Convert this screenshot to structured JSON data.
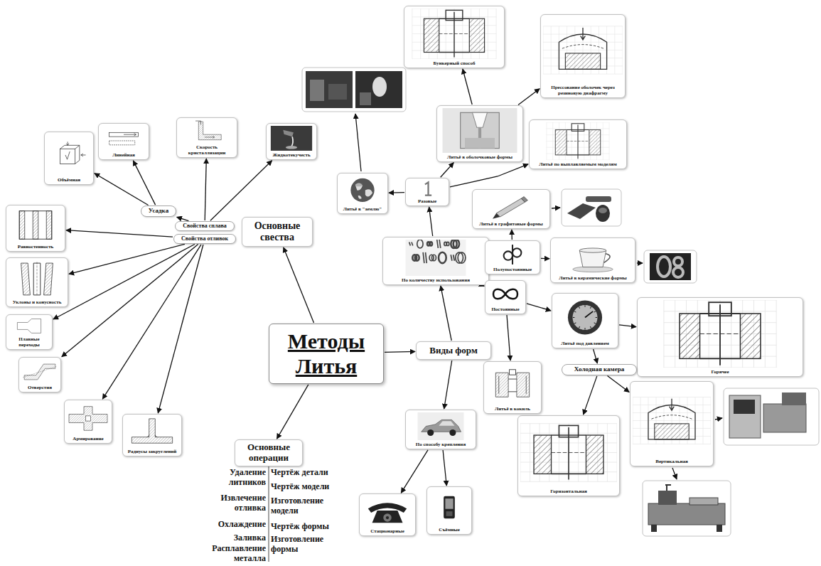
{
  "diagram": {
    "nodes": [
      {
        "text": [
          "Методы Литья"
        ]
      },
      {
        "text": [
          "Основные свества"
        ]
      },
      {
        "text": [
          "Свойства сплава"
        ]
      },
      {
        "text": [
          "Свойства отливок"
        ]
      },
      {
        "text": [
          "Усадка"
        ]
      },
      {
        "text": [
          "Объёмная"
        ]
      },
      {
        "text": [
          "Линейная"
        ]
      },
      {
        "text": [
          "Скорость кристаллизации"
        ]
      },
      {
        "text": [
          "Жидкотекучесть"
        ]
      },
      {
        "text": [
          "Равностенность"
        ]
      },
      {
        "text": [
          "Уклоны и конусность"
        ]
      },
      {
        "text": [
          "Плавные переходы"
        ]
      },
      {
        "text": [
          "Отверстия"
        ]
      },
      {
        "text": [
          "Армирование"
        ]
      },
      {
        "text": [
          "Радиусы закруглений"
        ]
      },
      {
        "text": [
          "Основные операции"
        ]
      },
      {
        "text": [
          "Виды форм"
        ]
      },
      {
        "text": [
          "По количеству использования"
        ]
      },
      {
        "text": [
          "Разовые"
        ]
      },
      {
        "text": [
          "Литьё в \"землю\""
        ]
      },
      {
        "text": [
          "Литьё в оболочковые формы"
        ]
      },
      {
        "text": [
          "Бункерный способ"
        ]
      },
      {
        "text": [
          "Прессование оболочек через резиновую диафрагму"
        ]
      },
      {
        "text": [
          "Литьё по выплавляемым моделям"
        ]
      },
      {
        "text": [
          "Литьё в графитовые формы"
        ]
      },
      {
        "text": [
          "Полупостоянные"
        ]
      },
      {
        "text": [
          "Литьё в керамические формы"
        ]
      },
      {
        "text": [
          "Постоянные"
        ]
      },
      {
        "text": [
          "Литьё под давлением"
        ]
      },
      {
        "text": [
          "Горячее"
        ]
      },
      {
        "text": [
          "Холодная камера"
        ]
      },
      {
        "text": [
          "Вертикальная"
        ]
      },
      {
        "text": [
          "Горизонтальная"
        ]
      },
      {
        "text": [
          "Литьё в кокиль"
        ]
      },
      {
        "text": [
          "По способу крепления"
        ]
      },
      {
        "text": [
          "Стационарные"
        ]
      },
      {
        "text": [
          "Съёмные"
        ]
      }
    ],
    "edges": [
      {
        "from": 0,
        "to": 1,
        "arrow": "to"
      },
      {
        "from": 0,
        "to": 16,
        "arrow": "to"
      },
      {
        "from": 0,
        "to": 15,
        "arrow": "to"
      },
      {
        "from": 2,
        "to": 4,
        "arrow": "to"
      },
      {
        "from": 4,
        "to": 5,
        "arrow": "to"
      },
      {
        "from": 4,
        "to": 6,
        "arrow": "to"
      },
      {
        "from": 2,
        "to": 7,
        "arrow": "to"
      },
      {
        "from": 2,
        "to": 8,
        "arrow": "to"
      },
      {
        "from": 3,
        "to": 9,
        "arrow": "to"
      },
      {
        "from": 3,
        "to": 10,
        "arrow": "to"
      },
      {
        "from": 3,
        "to": 11,
        "arrow": "to"
      },
      {
        "from": 3,
        "to": 12,
        "arrow": "to"
      },
      {
        "from": 3,
        "to": 13,
        "arrow": "to"
      },
      {
        "from": 3,
        "to": 14,
        "arrow": "to"
      },
      {
        "from": 16,
        "to": 17,
        "arrow": "to"
      },
      {
        "from": 16,
        "to": 34,
        "arrow": "to"
      },
      {
        "from": 17,
        "to": 18,
        "arrow": "to"
      },
      {
        "from": 17,
        "to": 25,
        "arrow": "to"
      },
      {
        "from": 17,
        "to": 27,
        "arrow": "to"
      },
      {
        "from": 18,
        "to": 19,
        "arrow": "to"
      },
      {
        "from": 18,
        "to": 20,
        "arrow": "to"
      },
      {
        "from": 18,
        "to": 23,
        "arrow": "to"
      },
      {
        "from": 20,
        "to": 21,
        "arrow": "to"
      },
      {
        "from": 20,
        "to": 22,
        "arrow": "to"
      },
      {
        "from": 25,
        "to": 24,
        "arrow": "to"
      },
      {
        "from": 25,
        "to": 26,
        "arrow": "to"
      },
      {
        "from": 27,
        "to": 28,
        "arrow": "to"
      },
      {
        "from": 27,
        "to": 33,
        "arrow": "to"
      },
      {
        "from": 28,
        "to": 29,
        "arrow": "to"
      },
      {
        "from": 28,
        "to": 30,
        "arrow": "to"
      },
      {
        "from": 30,
        "to": 31,
        "arrow": "to"
      },
      {
        "from": 30,
        "to": 32,
        "arrow": "to"
      },
      {
        "from": 34,
        "to": 35,
        "arrow": "to"
      },
      {
        "from": 34,
        "to": 36,
        "arrow": "to"
      }
    ],
    "labels": [
      "Удаление литников",
      "Чертёж детали",
      "Чертёж модели",
      "Извлечение отливка",
      "Изготовление модели",
      "Охлаждение",
      "Чертёж формы",
      "Заливка",
      "Изготовление формы",
      "Расплавление металла"
    ]
  }
}
